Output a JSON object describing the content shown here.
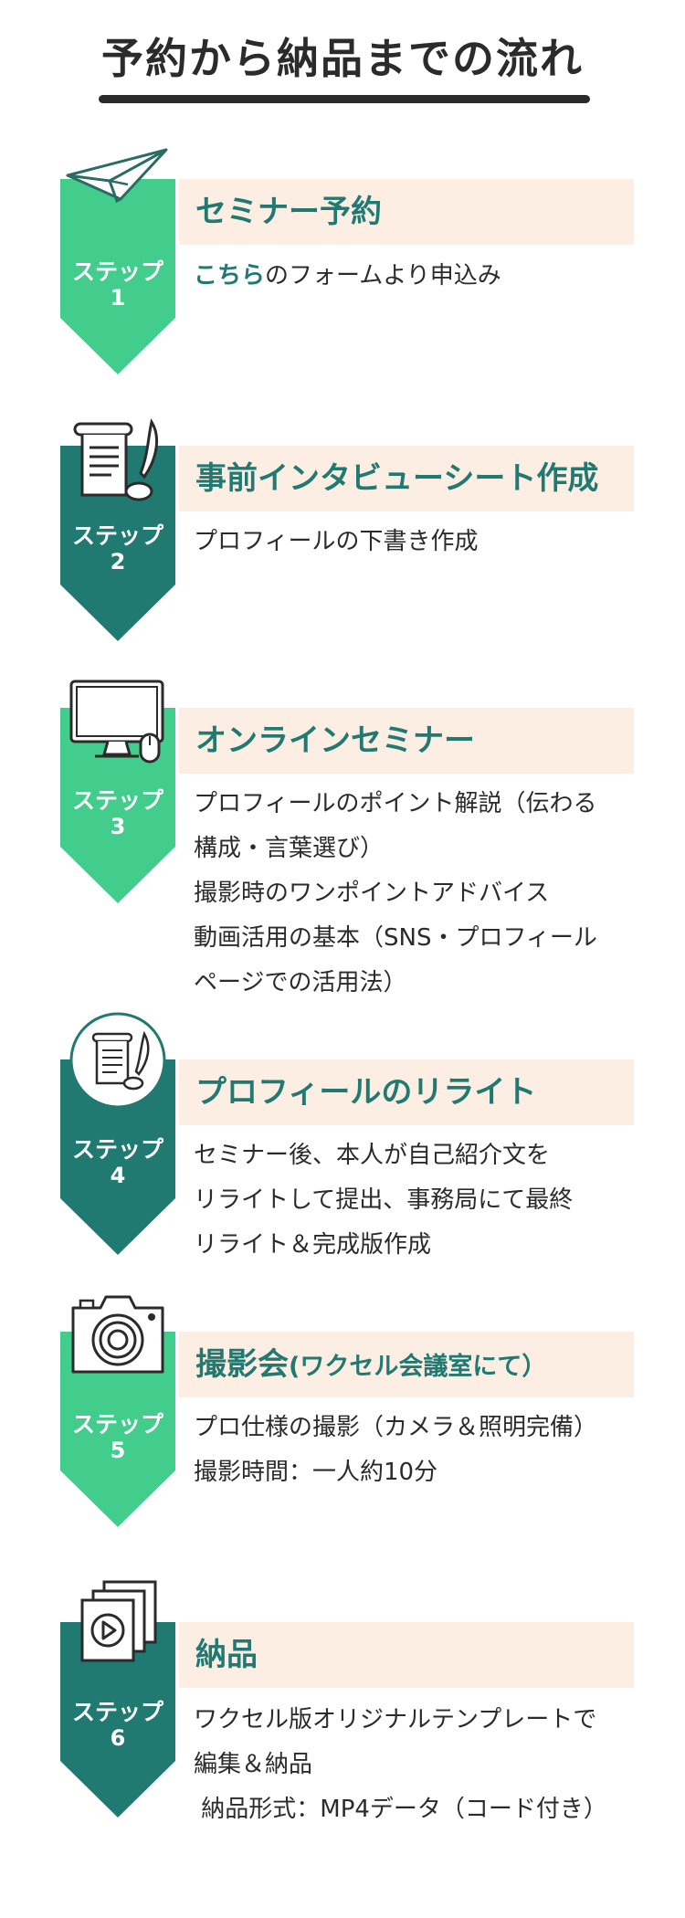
{
  "header": {
    "title": "予約から納品までの流れ"
  },
  "colors": {
    "green": "#43cd8d",
    "teal": "#217a72",
    "headBg": "#fdeee4",
    "text": "#2b2b2b"
  },
  "steps": [
    {
      "badge": "ステップ",
      "num": "1",
      "color": "green",
      "icon": "paper-plane-icon",
      "title": "セミナー予約",
      "link": "こちら",
      "desc": "のフォームより申込み"
    },
    {
      "badge": "ステップ",
      "num": "2",
      "color": "teal",
      "icon": "document-quill-icon",
      "title": "事前インタビューシート作成",
      "lines": [
        "プロフィールの下書き作成"
      ]
    },
    {
      "badge": "ステップ",
      "num": "3",
      "color": "green",
      "icon": "computer-monitor-icon",
      "title": "オンラインセミナー",
      "lines": [
        "プロフィールのポイント解説（伝わる",
        "構成・言葉選び）",
        "撮影時のワンポイントアドバイス",
        "動画活用の基本（SNS・プロフィール",
        "ページでの活用法）"
      ]
    },
    {
      "badge": "ステップ",
      "num": "4",
      "color": "teal",
      "icon": "document-circle-icon",
      "title": "プロフィールのリライト",
      "lines": [
        "セミナー後、本人が自己紹介文を",
        "リライトして提出、事務局にて最終",
        "リライト＆完成版作成"
      ]
    },
    {
      "badge": "ステップ",
      "num": "5",
      "color": "green",
      "icon": "camera-icon",
      "title": "撮影会",
      "title_suffix": "(ワクセル会議室にて）",
      "lines": [
        "プロ仕様の撮影（カメラ＆照明完備）",
        "撮影時間：一人約10分"
      ]
    },
    {
      "badge": "ステップ",
      "num": "6",
      "color": "teal",
      "icon": "video-files-icon",
      "title": "納品",
      "lines": [
        "ワクセル版オリジナルテンプレートで",
        "編集＆納品",
        " 納品形式：MP4データ（コード付き）"
      ]
    }
  ]
}
